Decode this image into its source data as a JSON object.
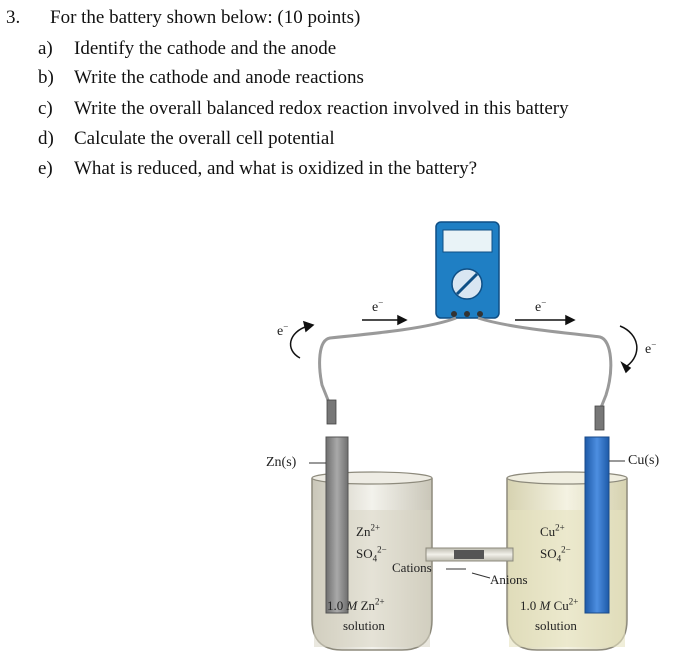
{
  "question": {
    "number": "3.",
    "title": "For the battery shown below: (10 points)",
    "parts": [
      {
        "letter": "a)",
        "text": "Identify the cathode and the anode"
      },
      {
        "letter": "b)",
        "text": "Write the cathode and anode reactions"
      },
      {
        "letter": "c)",
        "text": "Write the overall balanced redox reaction involved in this battery"
      },
      {
        "letter": "d)",
        "text": "Calculate the overall cell potential"
      },
      {
        "letter": "e)",
        "text": "What is reduced, and what is oxidized in the battery?"
      }
    ]
  },
  "diagram": {
    "electron_label": "e",
    "electron_sup": "−",
    "left_electrode": "Zn(s)",
    "right_electrode": "Cu(s)",
    "left_ions": {
      "cation": "Zn",
      "cation_charge": "2+",
      "anion": "SO",
      "anion_sub": "4",
      "anion_charge": "2−"
    },
    "right_ions": {
      "cation": "Cu",
      "cation_charge": "2+",
      "anion": "SO",
      "anion_sub": "4",
      "anion_charge": "2−"
    },
    "cations_label": "Cations",
    "anions_label": "Anions",
    "left_solution": {
      "conc": "1.0",
      "unit": "M",
      "ion": "Zn",
      "charge": "2+",
      "word": "solution"
    },
    "right_solution": {
      "conc": "1.0",
      "unit": "M",
      "ion": "Cu",
      "charge": "2+",
      "word": "solution"
    },
    "colors": {
      "meter": "#1f7fc4",
      "zinc": "#8a8a8a",
      "copper_electrode": "#2f6fc2",
      "left_solution": "#d9d5c4",
      "right_solution": "#e6e2bf"
    }
  }
}
